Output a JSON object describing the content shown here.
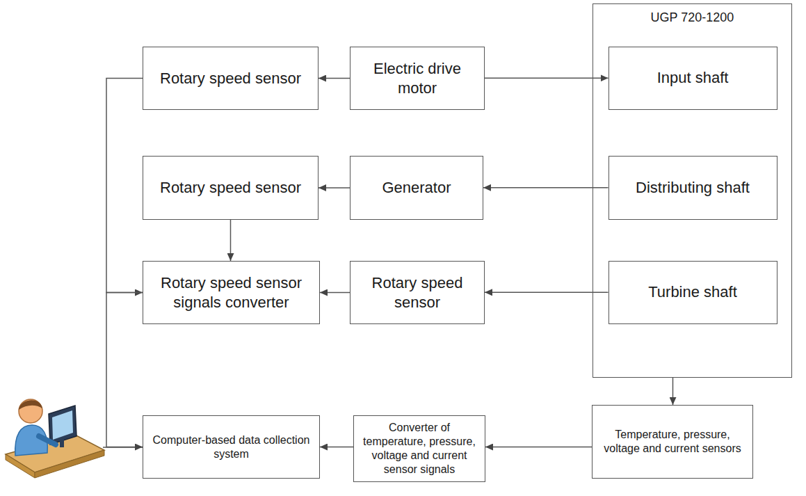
{
  "diagram": {
    "nodes": [
      {
        "text": [
          "Rotary speed sensor"
        ]
      },
      {
        "text": [
          "Electric drive motor"
        ]
      },
      {
        "text": [
          "UGP 720-1200"
        ]
      },
      {
        "text": [
          "Input shaft"
        ],
        "in": 2
      },
      {
        "text": [
          "Rotary speed sensor"
        ]
      },
      {
        "text": [
          "Generator"
        ]
      },
      {
        "text": [
          "Distributing shaft"
        ],
        "in": 2
      },
      {
        "text": [
          "Rotary speed sensor signals converter"
        ]
      },
      {
        "text": [
          "Rotary speed sensor"
        ]
      },
      {
        "text": [
          "Turbine shaft"
        ],
        "in": 2
      },
      {
        "text": [
          "Computer-based data collection system"
        ]
      },
      {
        "text": [
          "Converter of temperature, pressure, voltage and current sensor signals"
        ]
      },
      {
        "text": [
          "Temperature, pressure, voltage and current sensors"
        ]
      }
    ],
    "edges": [
      {
        "from": 1,
        "to": 0,
        "arrow": "to"
      },
      {
        "from": 1,
        "to": 3,
        "arrow": "to"
      },
      {
        "from": 6,
        "to": 5,
        "arrow": "to"
      },
      {
        "from": 5,
        "to": 4,
        "arrow": "to"
      },
      {
        "from": 4,
        "to": 7,
        "arrow": "to"
      },
      {
        "from": 0,
        "to": 7,
        "arrow": "to"
      },
      {
        "from": 9,
        "to": 8,
        "arrow": "to"
      },
      {
        "from": 8,
        "to": 7,
        "arrow": "to"
      },
      {
        "from": 7,
        "to": 10,
        "arrow": "to"
      },
      {
        "from": 2,
        "to": 12,
        "arrow": "to"
      },
      {
        "from": 12,
        "to": 11,
        "arrow": "to"
      },
      {
        "from": 11,
        "to": 10,
        "arrow": "to"
      }
    ]
  }
}
